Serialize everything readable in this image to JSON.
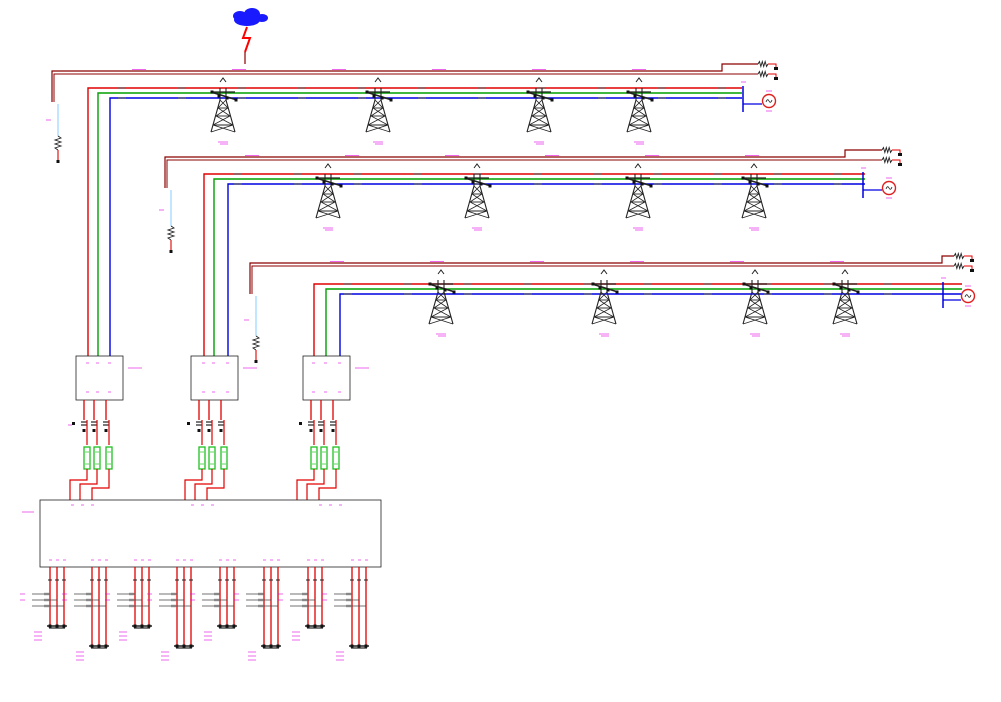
{
  "diagram": {
    "colors": {
      "ground_wire": "#8b0000",
      "phase_a": "#e00000",
      "phase_b": "#00a000",
      "phase_c": "#0000e0",
      "label": "#e000e0",
      "cloud": "#1a1aff",
      "lightning": "#ff0000",
      "filter": "#20c020",
      "source_circle": "#e02020",
      "background": "#ffffff"
    },
    "icons": {
      "cloud": "storm-cloud-icon",
      "lightning": "lightning-bolt-icon",
      "tower": "transmission-tower-icon",
      "source": "ac-source-icon",
      "ground": "ground-icon",
      "resistor": "resistor-icon"
    },
    "lines": [
      {
        "towers": 4
      },
      {
        "towers": 4
      },
      {
        "towers": 4
      }
    ],
    "transformers": 3,
    "bus_branches": 8
  }
}
